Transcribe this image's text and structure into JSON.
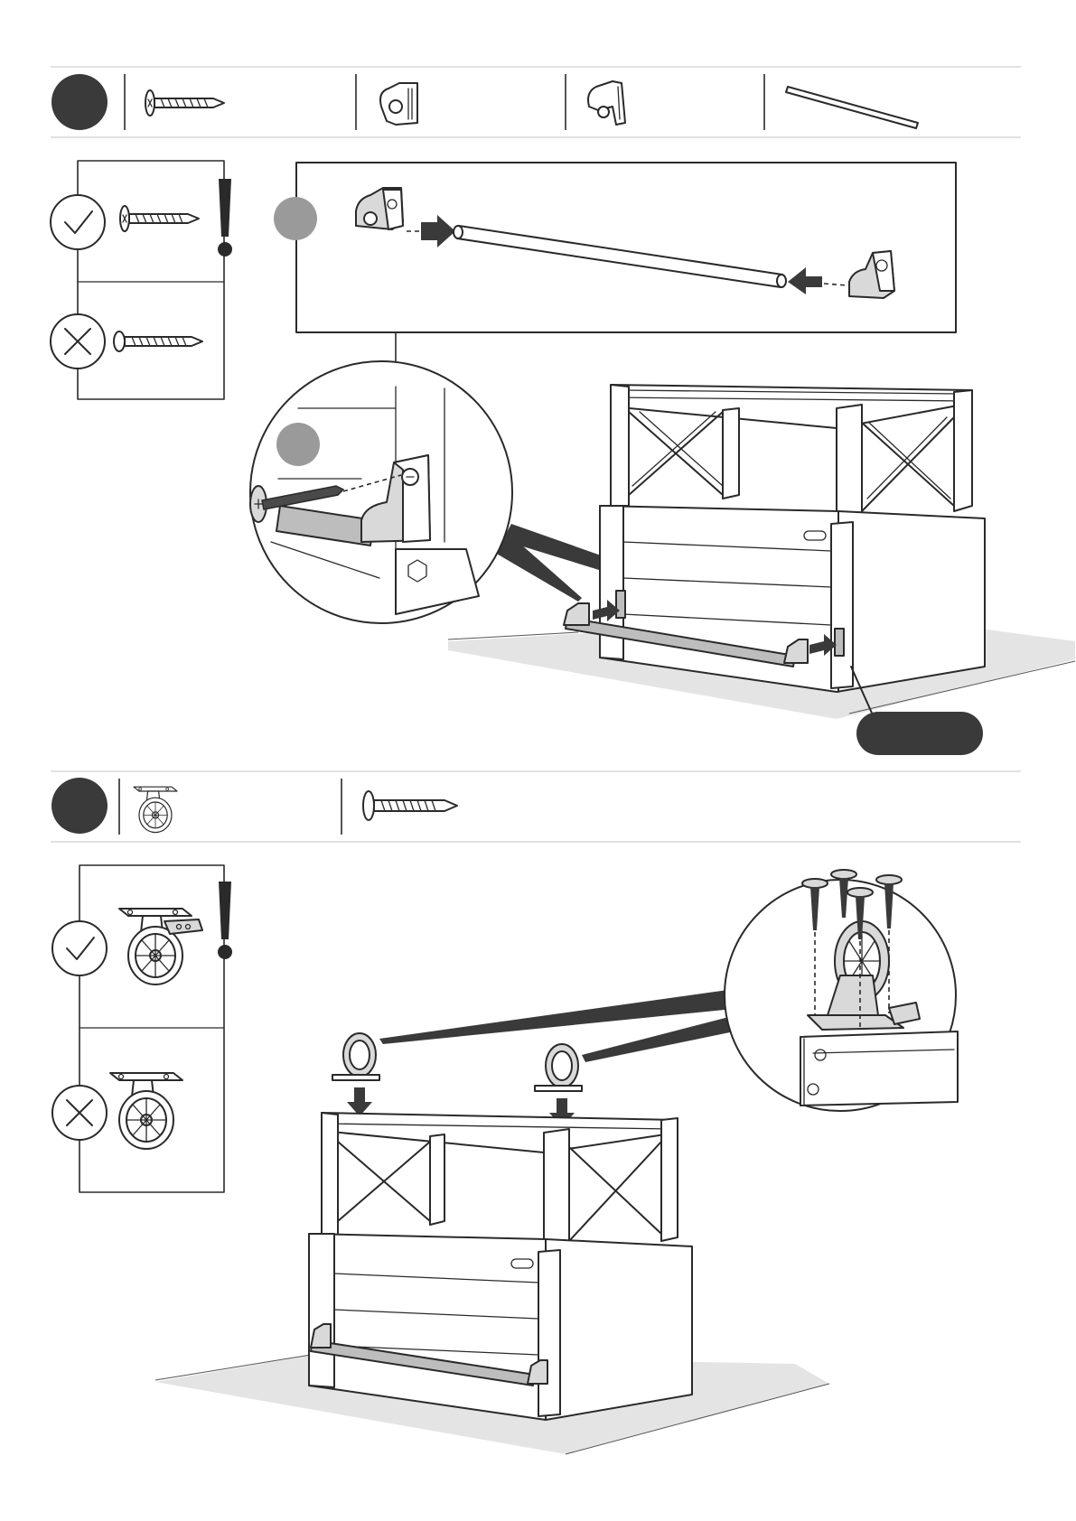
{
  "page": {
    "background": "#ffffff",
    "ink_color": "#2a2a2a",
    "step_badge_color": "#3a3a3a",
    "sub_step_badge_color": "#9a9a9a",
    "floor_color": "#e4e4e4"
  },
  "steps": [
    {
      "badge": "dark-circle",
      "parts": [
        {
          "icon": "screw-icon"
        },
        {
          "icon": "rod-holder-right-icon"
        },
        {
          "icon": "rod-holder-left-icon"
        },
        {
          "icon": "rod-icon"
        }
      ],
      "guidance": {
        "correct": "check-icon",
        "incorrect": "cross-icon",
        "warning": "exclamation-icon",
        "correct_item": "screw-icon",
        "incorrect_item": "screw-icon"
      },
      "sub_steps": [
        "rod-assembly-detail",
        "screw-fixing-zoom"
      ],
      "callout": "dark-pill"
    },
    {
      "badge": "dark-circle",
      "parts": [
        {
          "icon": "caster-wheel-icon"
        },
        {
          "icon": "screw-icon"
        }
      ],
      "guidance": {
        "correct": "check-icon",
        "incorrect": "cross-icon",
        "warning": "exclamation-icon",
        "correct_item": "locking-caster-icon",
        "incorrect_item": "non-locking-caster-icon"
      },
      "zoom": "caster-screw-zoom"
    }
  ]
}
